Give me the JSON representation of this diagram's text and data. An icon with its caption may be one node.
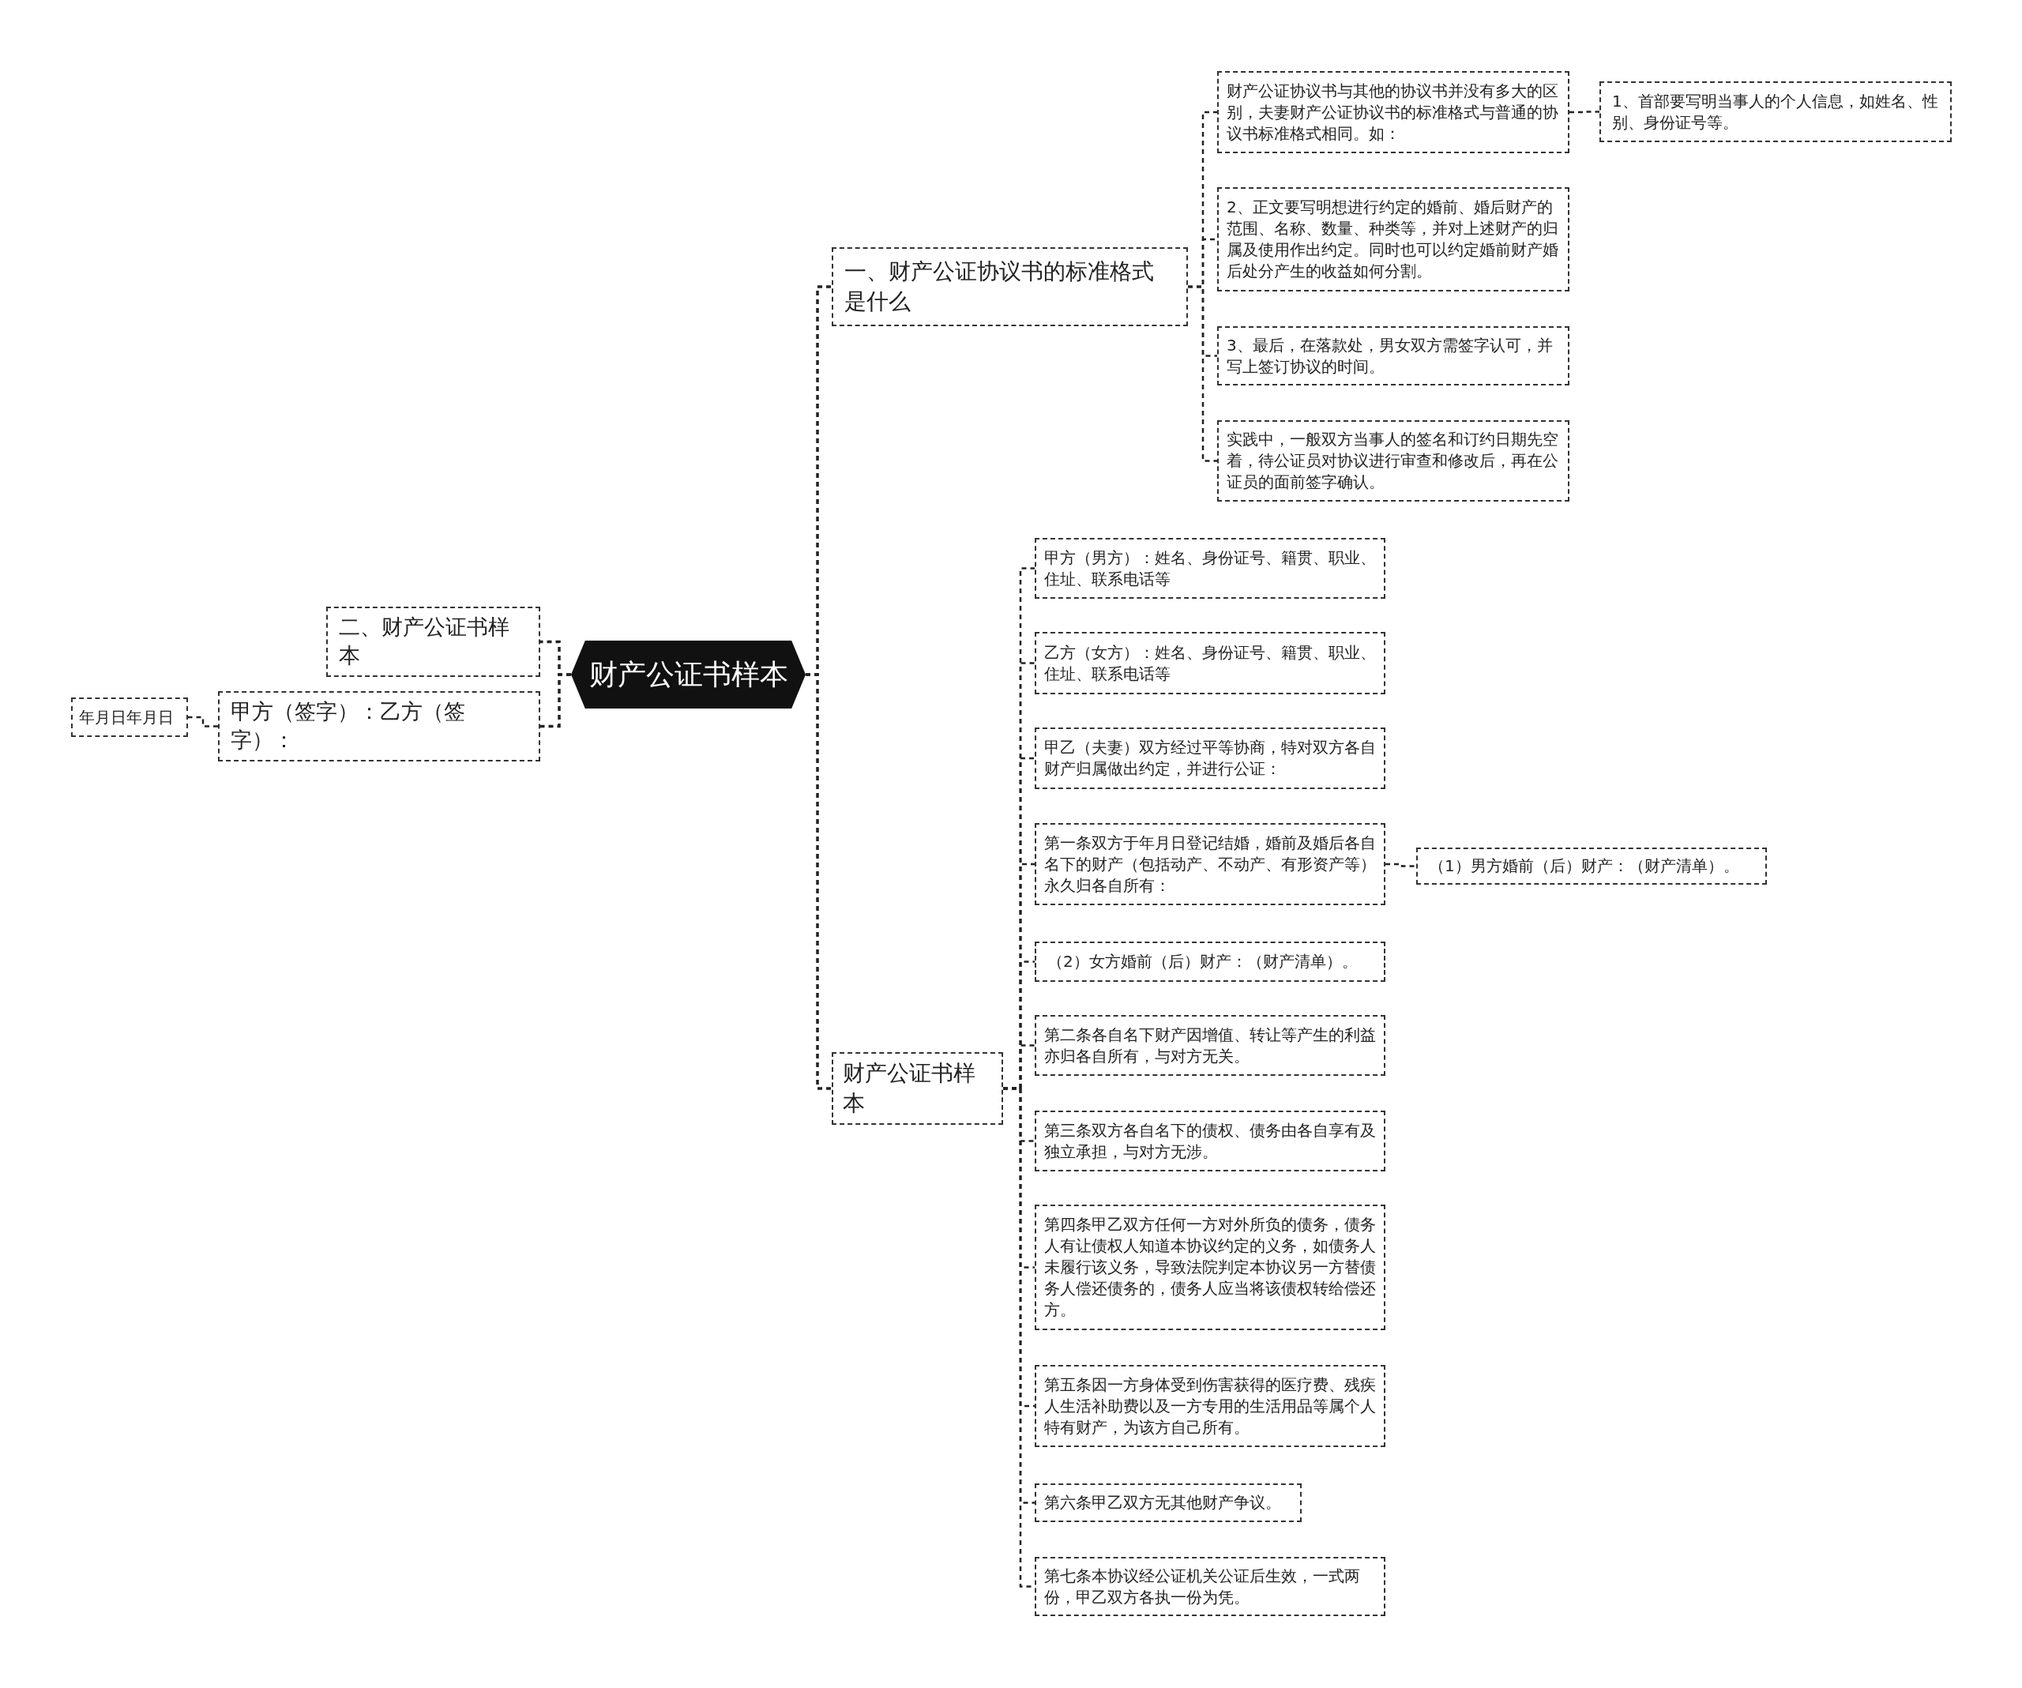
{
  "diagram": {
    "nodes": [
      {
        "text": [
          "财产公证书样本"
        ]
      },
      {
        "text": [
          "一、财产公证协议书的标准格式是什么"
        ]
      },
      {
        "text": [
          "财产公证协议书与其他的协议书并没有多大的区别，夫妻财产公证协议书的标准格式与普通的协议书标准格式相同。如："
        ]
      },
      {
        "text": [
          "1、首部要写明当事人的个人信息，如姓名、性别、身份证号等。"
        ]
      },
      {
        "text": [
          "2、正文要写明想进行约定的婚前、婚后财产的范围、名称、数量、种类等，并对上述财产的归属及使用作出约定。同时也可以约定婚前财产婚后处分产生的收益如何分割。"
        ]
      },
      {
        "text": [
          "3、最后，在落款处，男女双方需签字认可，并写上签订协议的时间。"
        ]
      },
      {
        "text": [
          "实践中，一般双方当事人的签名和订约日期先空着，待公证员对协议进行审查和修改后，再在公证员的面前签字确认。"
        ]
      },
      {
        "text": [
          "财产公证书样本"
        ]
      },
      {
        "text": [
          "甲方（男方）：姓名、身份证号、籍贯、职业、住址、联系电话等"
        ]
      },
      {
        "text": [
          "乙方（女方）：姓名、身份证号、籍贯、职业、住址、联系电话等"
        ]
      },
      {
        "text": [
          "甲乙（夫妻）双方经过平等协商，特对双方各自财产归属做出约定，并进行公证："
        ]
      },
      {
        "text": [
          "第一条双方于年月日登记结婚，婚前及婚后各自名下的财产（包括动产、不动产、有形资产等）永久归各自所有："
        ]
      },
      {
        "text": [
          "（1）男方婚前（后）财产：（财产清单）。"
        ]
      },
      {
        "text": [
          "（2）女方婚前（后）财产：（财产清单）。"
        ]
      },
      {
        "text": [
          "第二条各自名下财产因增值、转让等产生的利益亦归各自所有，与对方无关。"
        ]
      },
      {
        "text": [
          "第三条双方各自名下的债权、债务由各自享有及独立承担，与对方无涉。"
        ]
      },
      {
        "text": [
          "第四条甲乙双方任何一方对外所负的债务，债务人有让债权人知道本协议约定的义务，如债务人未履行该义务，导致法院判定本协议另一方替债务人偿还债务的，债务人应当将该债权转给偿还方。"
        ]
      },
      {
        "text": [
          "第五条因一方身体受到伤害获得的医疗费、残疾人生活补助费以及一方专用的生活用品等属个人特有财产，为该方自己所有。"
        ]
      },
      {
        "text": [
          "第六条甲乙双方无其他财产争议。"
        ]
      },
      {
        "text": [
          "第七条本协议经公证机关公证后生效，一式两份，甲乙双方各执一份为凭。"
        ]
      },
      {
        "text": [
          "二、财产公证书样本"
        ]
      },
      {
        "text": [
          "甲方（签字）：乙方（签字）："
        ]
      },
      {
        "text": [
          "年月日年月日"
        ]
      }
    ],
    "edges": [
      {
        "from": 0,
        "to": 1,
        "arrow": "none"
      },
      {
        "from": 1,
        "to": 2,
        "arrow": "none"
      },
      {
        "from": 2,
        "to": 3,
        "arrow": "none"
      },
      {
        "from": 1,
        "to": 4,
        "arrow": "none"
      },
      {
        "from": 1,
        "to": 5,
        "arrow": "none"
      },
      {
        "from": 1,
        "to": 6,
        "arrow": "none"
      },
      {
        "from": 0,
        "to": 7,
        "arrow": "none"
      },
      {
        "from": 7,
        "to": 8,
        "arrow": "none"
      },
      {
        "from": 7,
        "to": 9,
        "arrow": "none"
      },
      {
        "from": 7,
        "to": 10,
        "arrow": "none"
      },
      {
        "from": 7,
        "to": 11,
        "arrow": "none"
      },
      {
        "from": 11,
        "to": 12,
        "arrow": "none"
      },
      {
        "from": 7,
        "to": 13,
        "arrow": "none"
      },
      {
        "from": 7,
        "to": 14,
        "arrow": "none"
      },
      {
        "from": 7,
        "to": 15,
        "arrow": "none"
      },
      {
        "from": 7,
        "to": 16,
        "arrow": "none"
      },
      {
        "from": 7,
        "to": 17,
        "arrow": "none"
      },
      {
        "from": 7,
        "to": 18,
        "arrow": "none"
      },
      {
        "from": 7,
        "to": 19,
        "arrow": "none"
      },
      {
        "from": 0,
        "to": 20,
        "arrow": "none"
      },
      {
        "from": 0,
        "to": 21,
        "arrow": "none"
      },
      {
        "from": 21,
        "to": 22,
        "arrow": "none"
      }
    ]
  }
}
